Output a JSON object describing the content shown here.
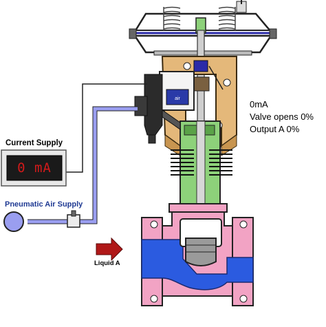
{
  "labels": {
    "current_supply": "Current Supply",
    "pneumatic_air_supply": "Pneumatic Air Supply",
    "liquid": "Liquid A"
  },
  "meter": {
    "reading": "0 mA"
  },
  "status": {
    "current": "0mA",
    "valve": "Valve opens 0%",
    "output": "Output A 0%"
  },
  "positioner": {
    "badge": "air"
  },
  "colors": {
    "valve_body": "#f2a3c4",
    "liquid": "#2b5be0",
    "yoke": "#8dd17a",
    "actuator_frame": "#e4b87a",
    "air_line": "#9a9ef0",
    "flow_arrow": "#b01818",
    "lcd_background": "#1a1a1a",
    "lcd_digits": "#d21a1a"
  }
}
